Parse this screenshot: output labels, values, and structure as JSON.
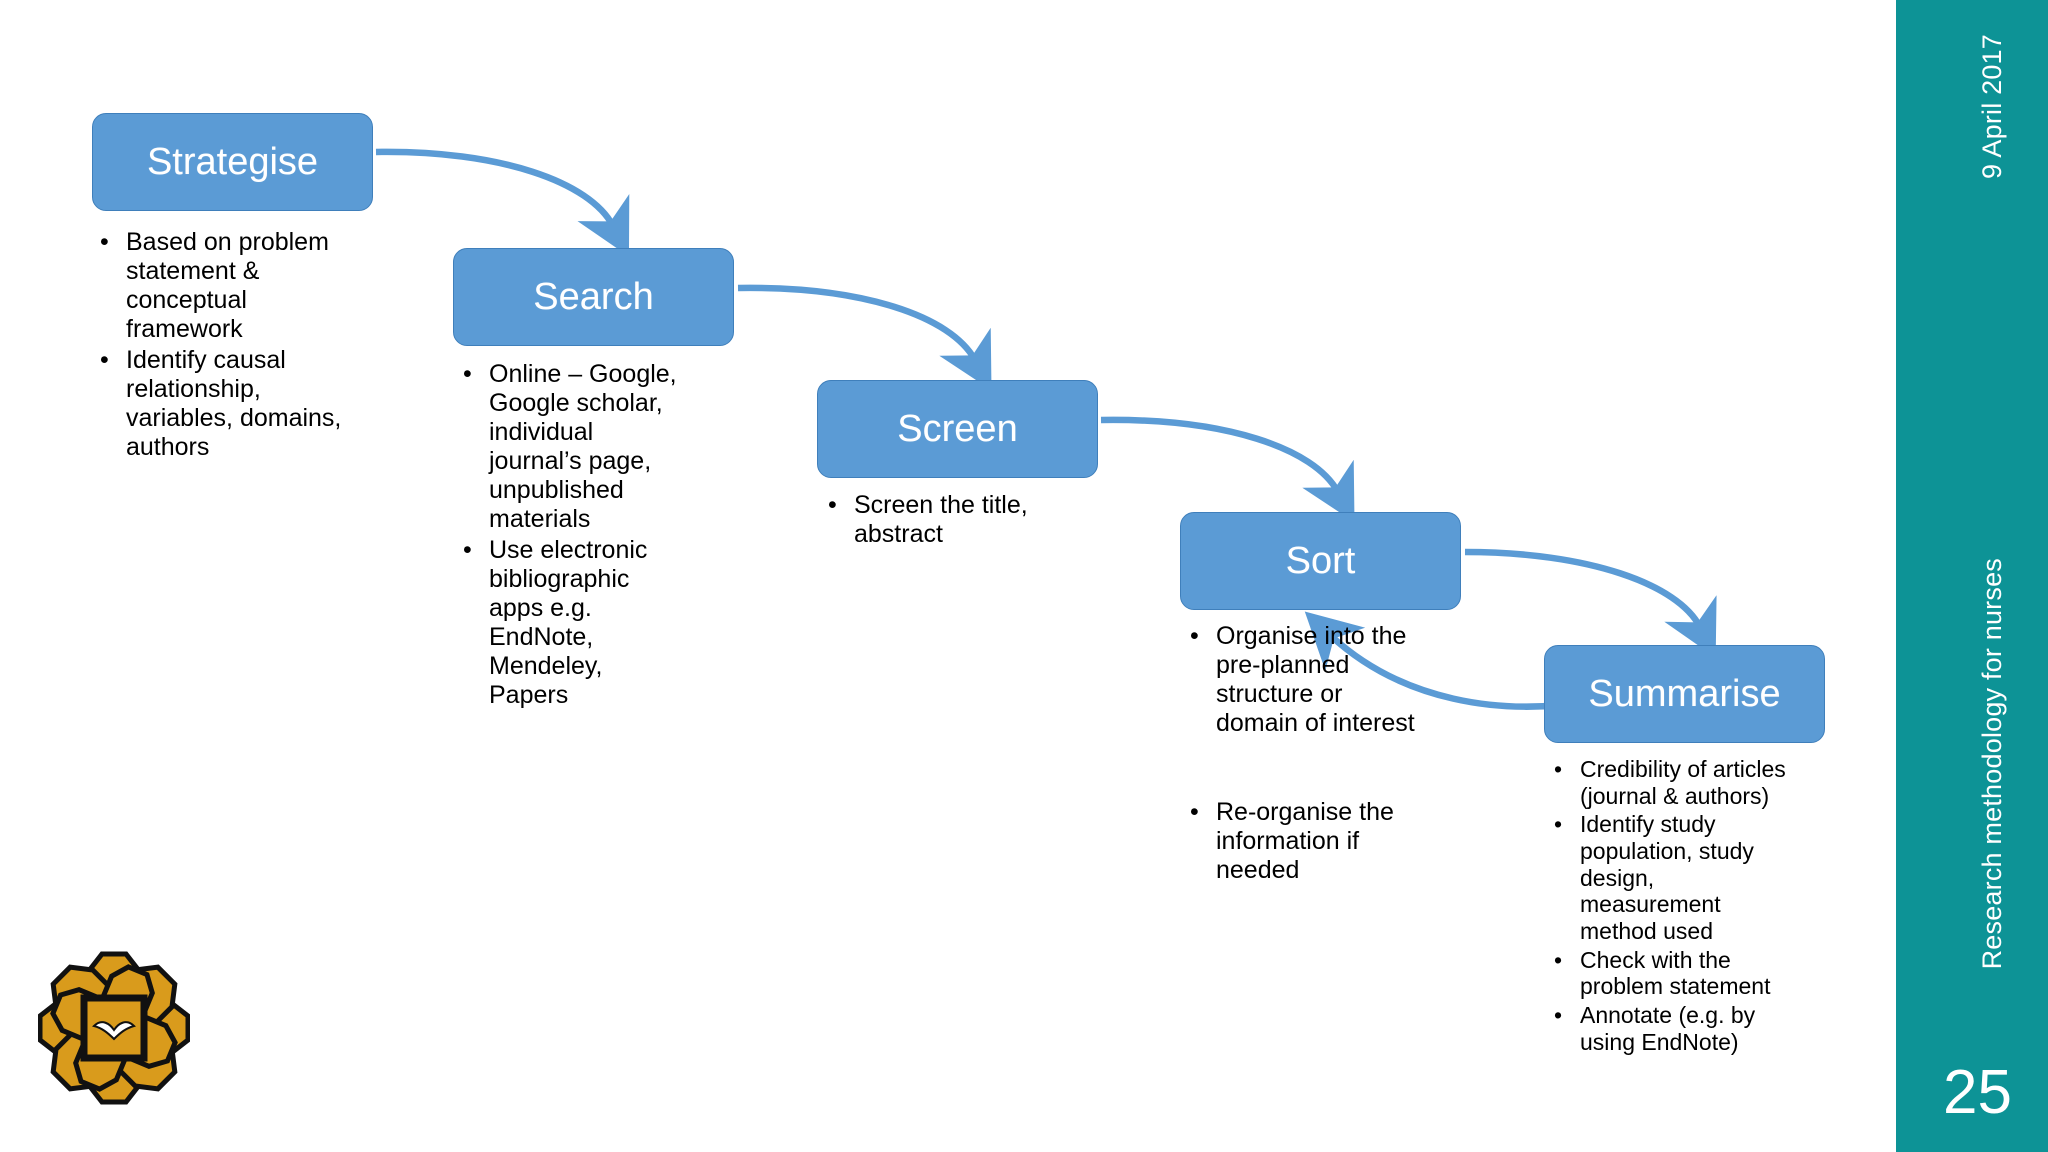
{
  "slide": {
    "background_color": "#ffffff",
    "accent_box_color": "#5b9bd5",
    "sidebar_color": "#0d9396",
    "arrow_color": "#5b9bd5"
  },
  "sidebar": {
    "date": "9 April 2017",
    "deck_title": "Research methodology for nurses",
    "page_number": "25"
  },
  "logo": {
    "name": "institution-emblem",
    "gold": "#d99b1c",
    "outline": "#111111"
  },
  "flow": {
    "steps": [
      {
        "id": "strategise",
        "label": "Strategise",
        "bullets": [
          "Based on problem statement & conceptual framework",
          "Identify causal relationship, variables, domains, authors"
        ]
      },
      {
        "id": "search",
        "label": "Search",
        "bullets": [
          "Online – Google, Google scholar, individual journal’s page, unpublished materials",
          "Use electronic bibliographic apps e.g. EndNote, Mendeley, Papers"
        ]
      },
      {
        "id": "screen",
        "label": "Screen",
        "bullets": [
          "Screen the title, abstract"
        ]
      },
      {
        "id": "sort",
        "label": "Sort",
        "bullets": [
          "Organise into the pre-planned structure or domain of interest",
          "Re-organise the information if needed"
        ]
      },
      {
        "id": "summarise",
        "label": "Summarise",
        "bullets": [
          "Credibility of articles (journal & authors)",
          "Identify study population, study design, measurement method used",
          "Check with the problem statement",
          "Annotate (e.g. by using EndNote)"
        ]
      }
    ],
    "bullet_glyph": "•"
  }
}
